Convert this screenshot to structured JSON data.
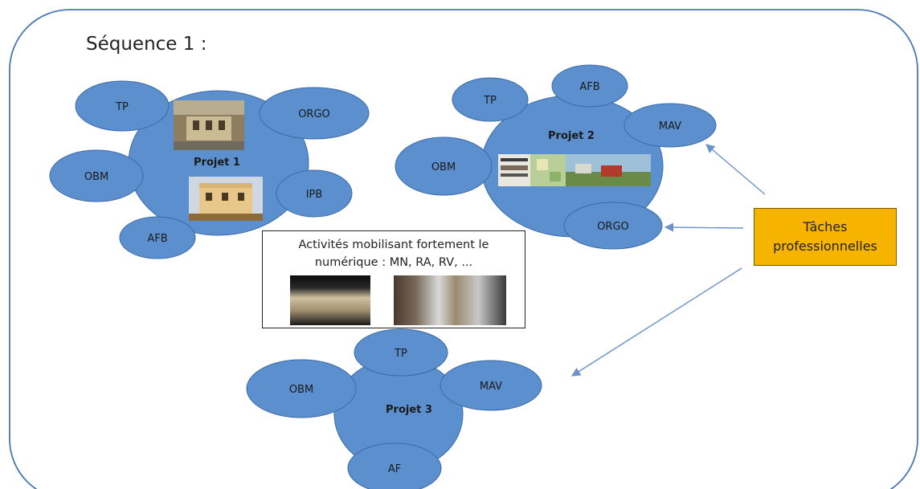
{
  "title": "Séquence 1 :",
  "colors": {
    "bubble": "#5b8fcd",
    "bubble_stroke": "#3c6aa8",
    "frame": "#4a78b0",
    "arrow": "#6b93c9",
    "taches_bg": "#f6b400"
  },
  "projects": [
    {
      "name": "Projet 1",
      "satellites": [
        "TP",
        "ORGO",
        "OBM",
        "IPB",
        "AFB"
      ]
    },
    {
      "name": "Projet 2",
      "satellites": [
        "AFB",
        "TP",
        "MAV",
        "OBM",
        "ORGO"
      ]
    },
    {
      "name": "Projet 3",
      "satellites": [
        "TP",
        "OBM",
        "MAV",
        "AF"
      ]
    }
  ],
  "activities": {
    "line1": "Activités mobilisant fortement le",
    "line2": "numérique : MN, RA, RV, ..."
  },
  "taches": {
    "line1": "Tâches",
    "line2": "professionnelles"
  }
}
